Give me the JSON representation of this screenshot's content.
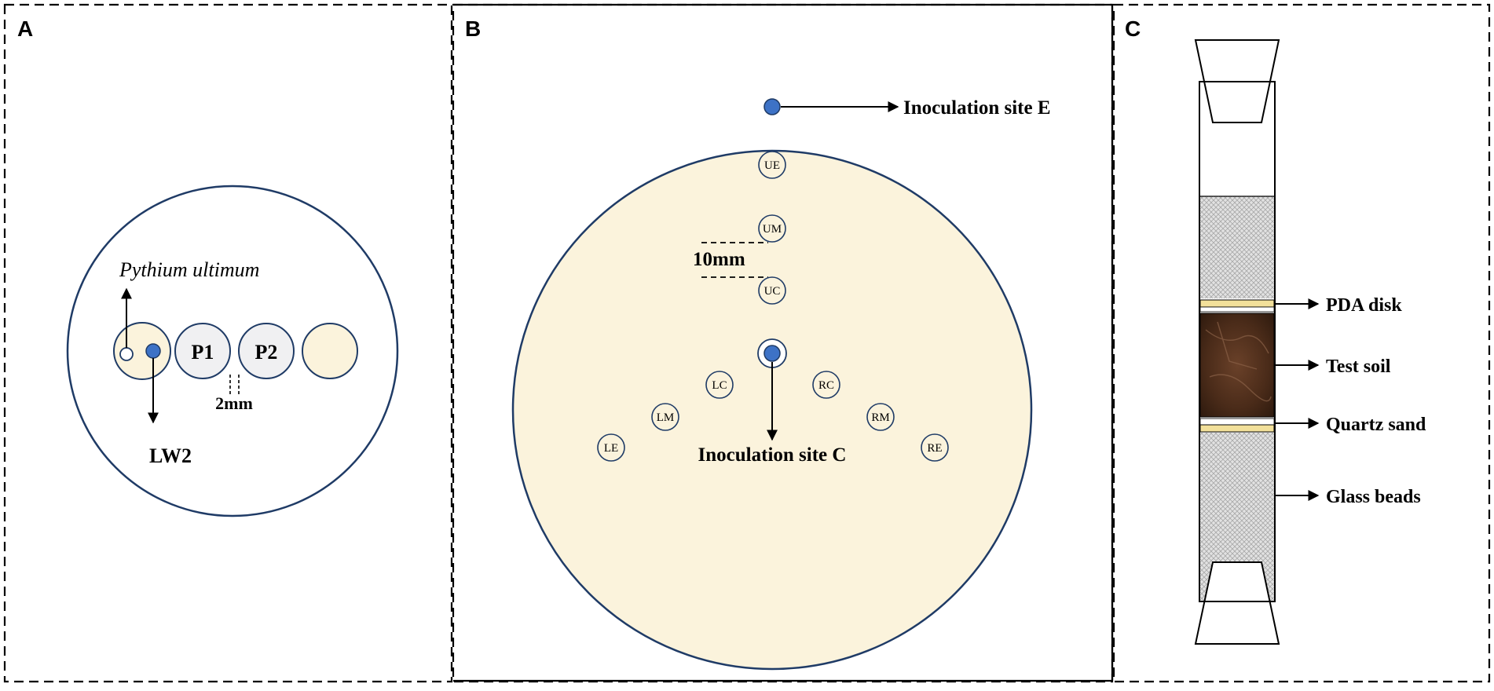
{
  "panels": {
    "a": {
      "letter": "A",
      "labels": {
        "pathogen": "Pythium ultimum",
        "strain": "LW2",
        "plug1": "P1",
        "plug2": "P2",
        "gap": "2mm"
      }
    },
    "b": {
      "letter": "B",
      "labels": {
        "site_e": "Inoculation site E",
        "site_c": "Inoculation site C",
        "spacing": "10mm"
      },
      "sampling_sites": [
        "UE",
        "UM",
        "UC",
        "LC",
        "LM",
        "LE",
        "RC",
        "RM",
        "RE"
      ]
    },
    "c": {
      "letter": "C",
      "layers": [
        "PDA disk",
        "Test soil",
        "Quartz sand",
        "Glass beads"
      ]
    }
  },
  "colors": {
    "dish_outline": "#1f3b66",
    "agar_fill": "#fbf3dc",
    "inoculum_blue": "#3d72c6",
    "plug_gray": "#f0f0f2",
    "pda_yellow": "#f2e09a",
    "soil_brown": "#4e2e1c",
    "bead_gray": "#d8d8d8"
  }
}
